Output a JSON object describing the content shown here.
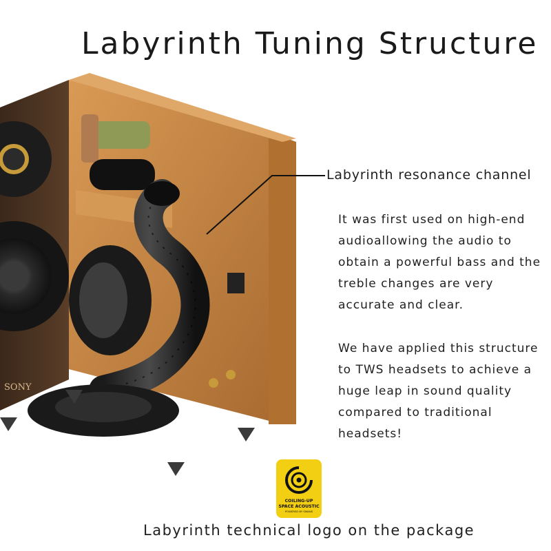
{
  "header": {
    "title": "Labyrinth Tuning Structure"
  },
  "speaker": {
    "brand": "SONY"
  },
  "callout": {
    "label": "Labyrinth resonance channel",
    "paragraph1": "It was first used on high-end audioallowing the audio to obtain a powerful bass and the treble changes are very accurate and clear.",
    "paragraph2": "We have applied this structure to TWS headsets to achieve a huge leap in sound quality compared to traditional headsets!"
  },
  "logo": {
    "line1": "COILING-UP",
    "line2": "SPACE ACOUSTIC",
    "line3": "POWERED BY SWANS"
  },
  "caption": "Labyrinth technical logo on the package",
  "colors": {
    "wood_dark": "#4a3322",
    "wood_light": "#c98a46",
    "logo_yellow": "#f3cf13"
  }
}
